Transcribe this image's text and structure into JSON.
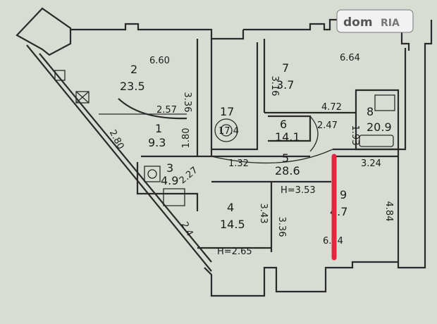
{
  "watermark": {
    "brand": "dom",
    "suffix": "RIA"
  },
  "rooms": [
    {
      "id": "room-1",
      "number": "1",
      "area": "9.3"
    },
    {
      "id": "room-2",
      "number": "2",
      "area": "23.5"
    },
    {
      "id": "room-3",
      "number": "3",
      "area": "4.9"
    },
    {
      "id": "room-4",
      "number": "4",
      "area": "14.5"
    },
    {
      "id": "room-5",
      "number": "5",
      "area": "28.6"
    },
    {
      "id": "room-6",
      "number": "6",
      "area": "14.1"
    },
    {
      "id": "room-7",
      "number": "7",
      "area": "3.7"
    },
    {
      "id": "room-8",
      "number": "8",
      "area": "20.9"
    },
    {
      "id": "room-9",
      "number": "9",
      "area": "4.7"
    },
    {
      "id": "room-17",
      "number": "17",
      "area": "17.4"
    }
  ],
  "dimensions": {
    "r2_top": "6.60",
    "r2_right": "3.36",
    "r2_bottom": "2.57",
    "r1_right": "1.80",
    "r1_diag": "2.80",
    "r8_top": "6.64",
    "r8_left": "3.16",
    "r8_bottom": "4.72",
    "r7_right": "2.47",
    "r9_left": "1.93",
    "r6_left": "1.32",
    "r3_right": "2.27",
    "r5_top": "3.24",
    "r5_right": "4.84",
    "r5_bottom": "6.14",
    "r4_right": "3.43",
    "r4_left": "2.4",
    "r5_left": "3.36",
    "height_1": "H=3.53",
    "height_2": "H=2.65"
  },
  "colors": {
    "paper": "#d8ddd4",
    "ink": "#2a2a2a",
    "marker": "#e8233f",
    "badge": "#f2f2f2"
  }
}
